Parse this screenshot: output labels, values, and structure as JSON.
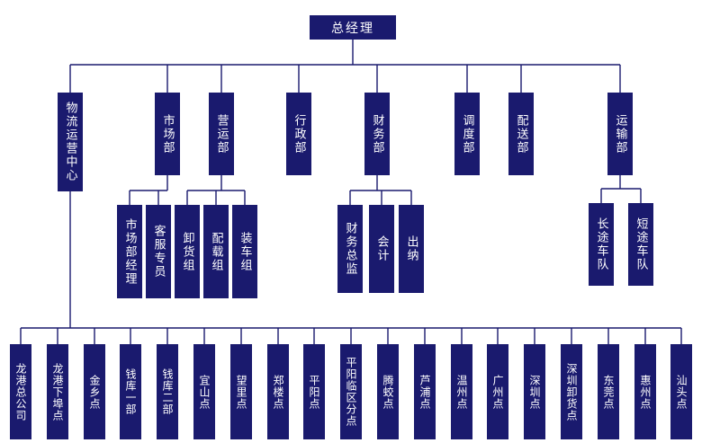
{
  "org_chart": {
    "root": {
      "label": "总经理"
    },
    "departments": [
      {
        "label": "物流运营中心"
      },
      {
        "label": "市场部"
      },
      {
        "label": "营运部"
      },
      {
        "label": "行政部"
      },
      {
        "label": "财务部"
      },
      {
        "label": "调度部"
      },
      {
        "label": "配送部"
      },
      {
        "label": "运输部"
      }
    ],
    "marketing_children": [
      {
        "label": "市场部经理"
      },
      {
        "label": "客服专员"
      }
    ],
    "operations_children": [
      {
        "label": "卸货组"
      },
      {
        "label": "配载组"
      },
      {
        "label": "装车组"
      }
    ],
    "finance_children": [
      {
        "label": "财务总监"
      },
      {
        "label": "会计"
      },
      {
        "label": "出纳"
      }
    ],
    "transport_children": [
      {
        "label": "长途车队"
      },
      {
        "label": "短途车队"
      }
    ],
    "logistics_branches": [
      {
        "label": "龙港总公司"
      },
      {
        "label": "龙港下埠点"
      },
      {
        "label": "金乡点"
      },
      {
        "label": "钱库一部"
      },
      {
        "label": "钱库二部"
      },
      {
        "label": "宜山点"
      },
      {
        "label": "望里点"
      },
      {
        "label": "郑楼点"
      },
      {
        "label": "平阳点"
      },
      {
        "label": "平阳临区分点"
      },
      {
        "label": "腾蛟点"
      },
      {
        "label": "芦浦点"
      },
      {
        "label": "温州点"
      },
      {
        "label": "广州点"
      },
      {
        "label": "深圳点"
      },
      {
        "label": "深圳卸货点"
      },
      {
        "label": "东莞点"
      },
      {
        "label": "惠州点"
      },
      {
        "label": "汕头点"
      }
    ],
    "colors": {
      "box_fill": "#1a1a6e",
      "box_text": "#ffffff",
      "line": "#1a1a6e",
      "background": "#ffffff"
    }
  }
}
